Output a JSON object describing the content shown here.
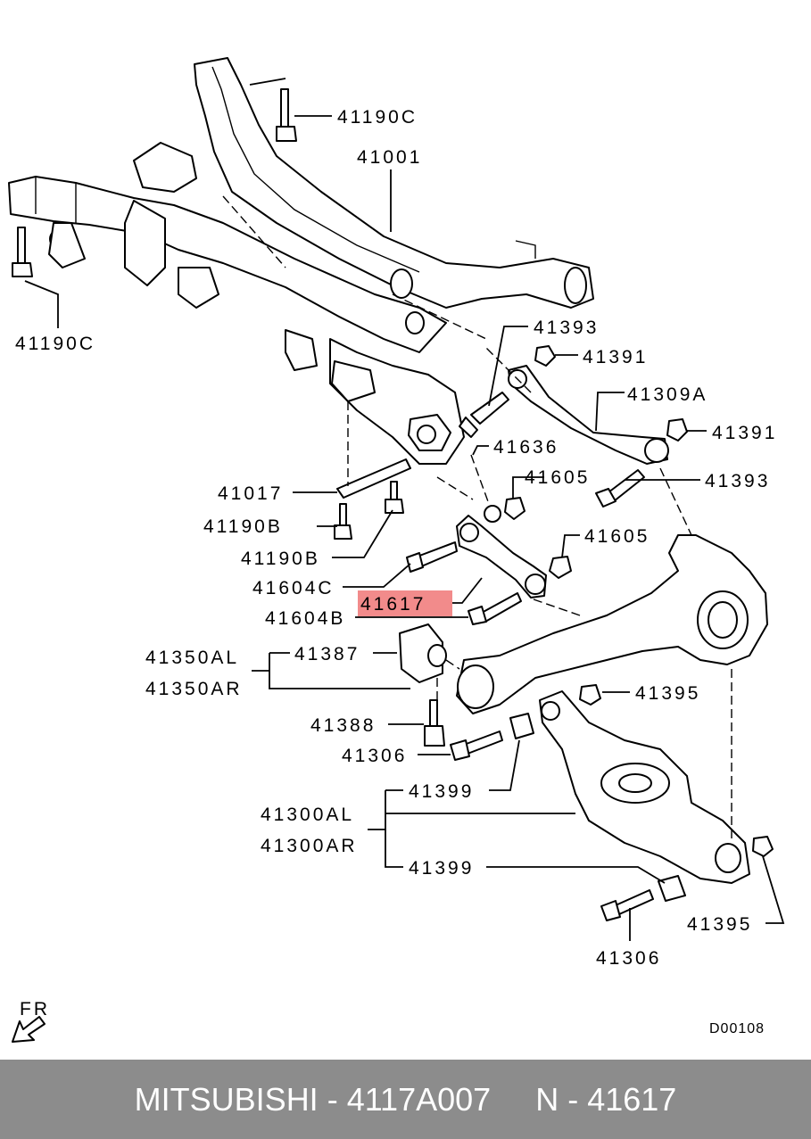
{
  "labels": {
    "l41190C_top": "41190C",
    "l41001": "41001",
    "l41190C_left": "41190C",
    "l41393_a": "41393",
    "l41391_a": "41391",
    "l41309A": "41309A",
    "l41391_b": "41391",
    "l41636": "41636",
    "l41605_a": "41605",
    "l41393_b": "41393",
    "l41017": "41017",
    "l41190B_a": "41190B",
    "l41190B_b": "41190B",
    "l41605_b": "41605",
    "l41604C": "41604C",
    "l41617": "41617",
    "l41604B": "41604B",
    "l41350AL": "41350AL",
    "l41387": "41387",
    "l41350AR": "41350AR",
    "l41395_a": "41395",
    "l41388": "41388",
    "l41306_a": "41306",
    "l41399_a": "41399",
    "l41300AL": "41300AL",
    "l41300AR": "41300AR",
    "l41399_b": "41399",
    "l41395_b": "41395",
    "l41306_b": "41306",
    "fr": "FR",
    "drawing_code": "D00108"
  },
  "highlight_color": "#f28b8b",
  "footer": {
    "brand": "MITSUBISHI",
    "sep1": " - ",
    "part_number": "4117A007",
    "gap": "     ",
    "ref": "N - 41617"
  },
  "footer_bg": "#8c8c8c"
}
